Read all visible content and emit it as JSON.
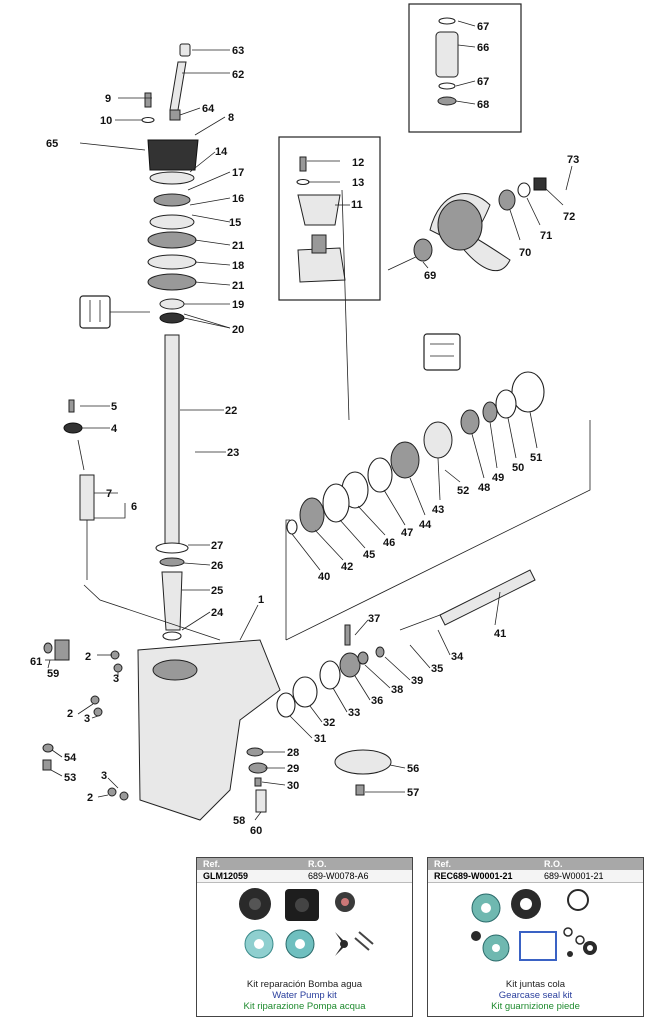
{
  "callouts": [
    "1",
    "2",
    "3",
    "4",
    "5",
    "6",
    "7",
    "8",
    "9",
    "10",
    "11",
    "12",
    "13",
    "14",
    "15",
    "16",
    "17",
    "18",
    "19",
    "20",
    "21",
    "22",
    "23",
    "24",
    "25",
    "26",
    "27",
    "28",
    "29",
    "30",
    "31",
    "32",
    "33",
    "34",
    "35",
    "36",
    "37",
    "38",
    "39",
    "40",
    "41",
    "42",
    "43",
    "44",
    "45",
    "46",
    "47",
    "48",
    "49",
    "50",
    "51",
    "52",
    "53",
    "54",
    "56",
    "57",
    "58",
    "59",
    "60",
    "61",
    "62",
    "63",
    "64",
    "65",
    "66",
    "67",
    "68",
    "69",
    "70",
    "71",
    "72",
    "73"
  ],
  "kits": [
    {
      "ref_label": "Ref.",
      "ro_label": "R.O.",
      "ref": "GLM12059",
      "ro": "689-W0078-A6",
      "name_es": "Kit reparación Bomba agua",
      "name_en": "Water Pump kit",
      "name_it": "Kit riparazione Pompa acqua"
    },
    {
      "ref_label": "Ref.",
      "ro_label": "R.O.",
      "ref": "REC689-W0001-21",
      "ro": "689-W0001-21",
      "name_es": "Kit juntas cola",
      "name_en": "Gearcase seal kit",
      "name_it": "Kit guarnizione piede"
    }
  ],
  "colors": {
    "accent_blue": "#2a3f9d",
    "accent_green": "#1e8a2e",
    "header_gray": "#a8a8a8"
  }
}
